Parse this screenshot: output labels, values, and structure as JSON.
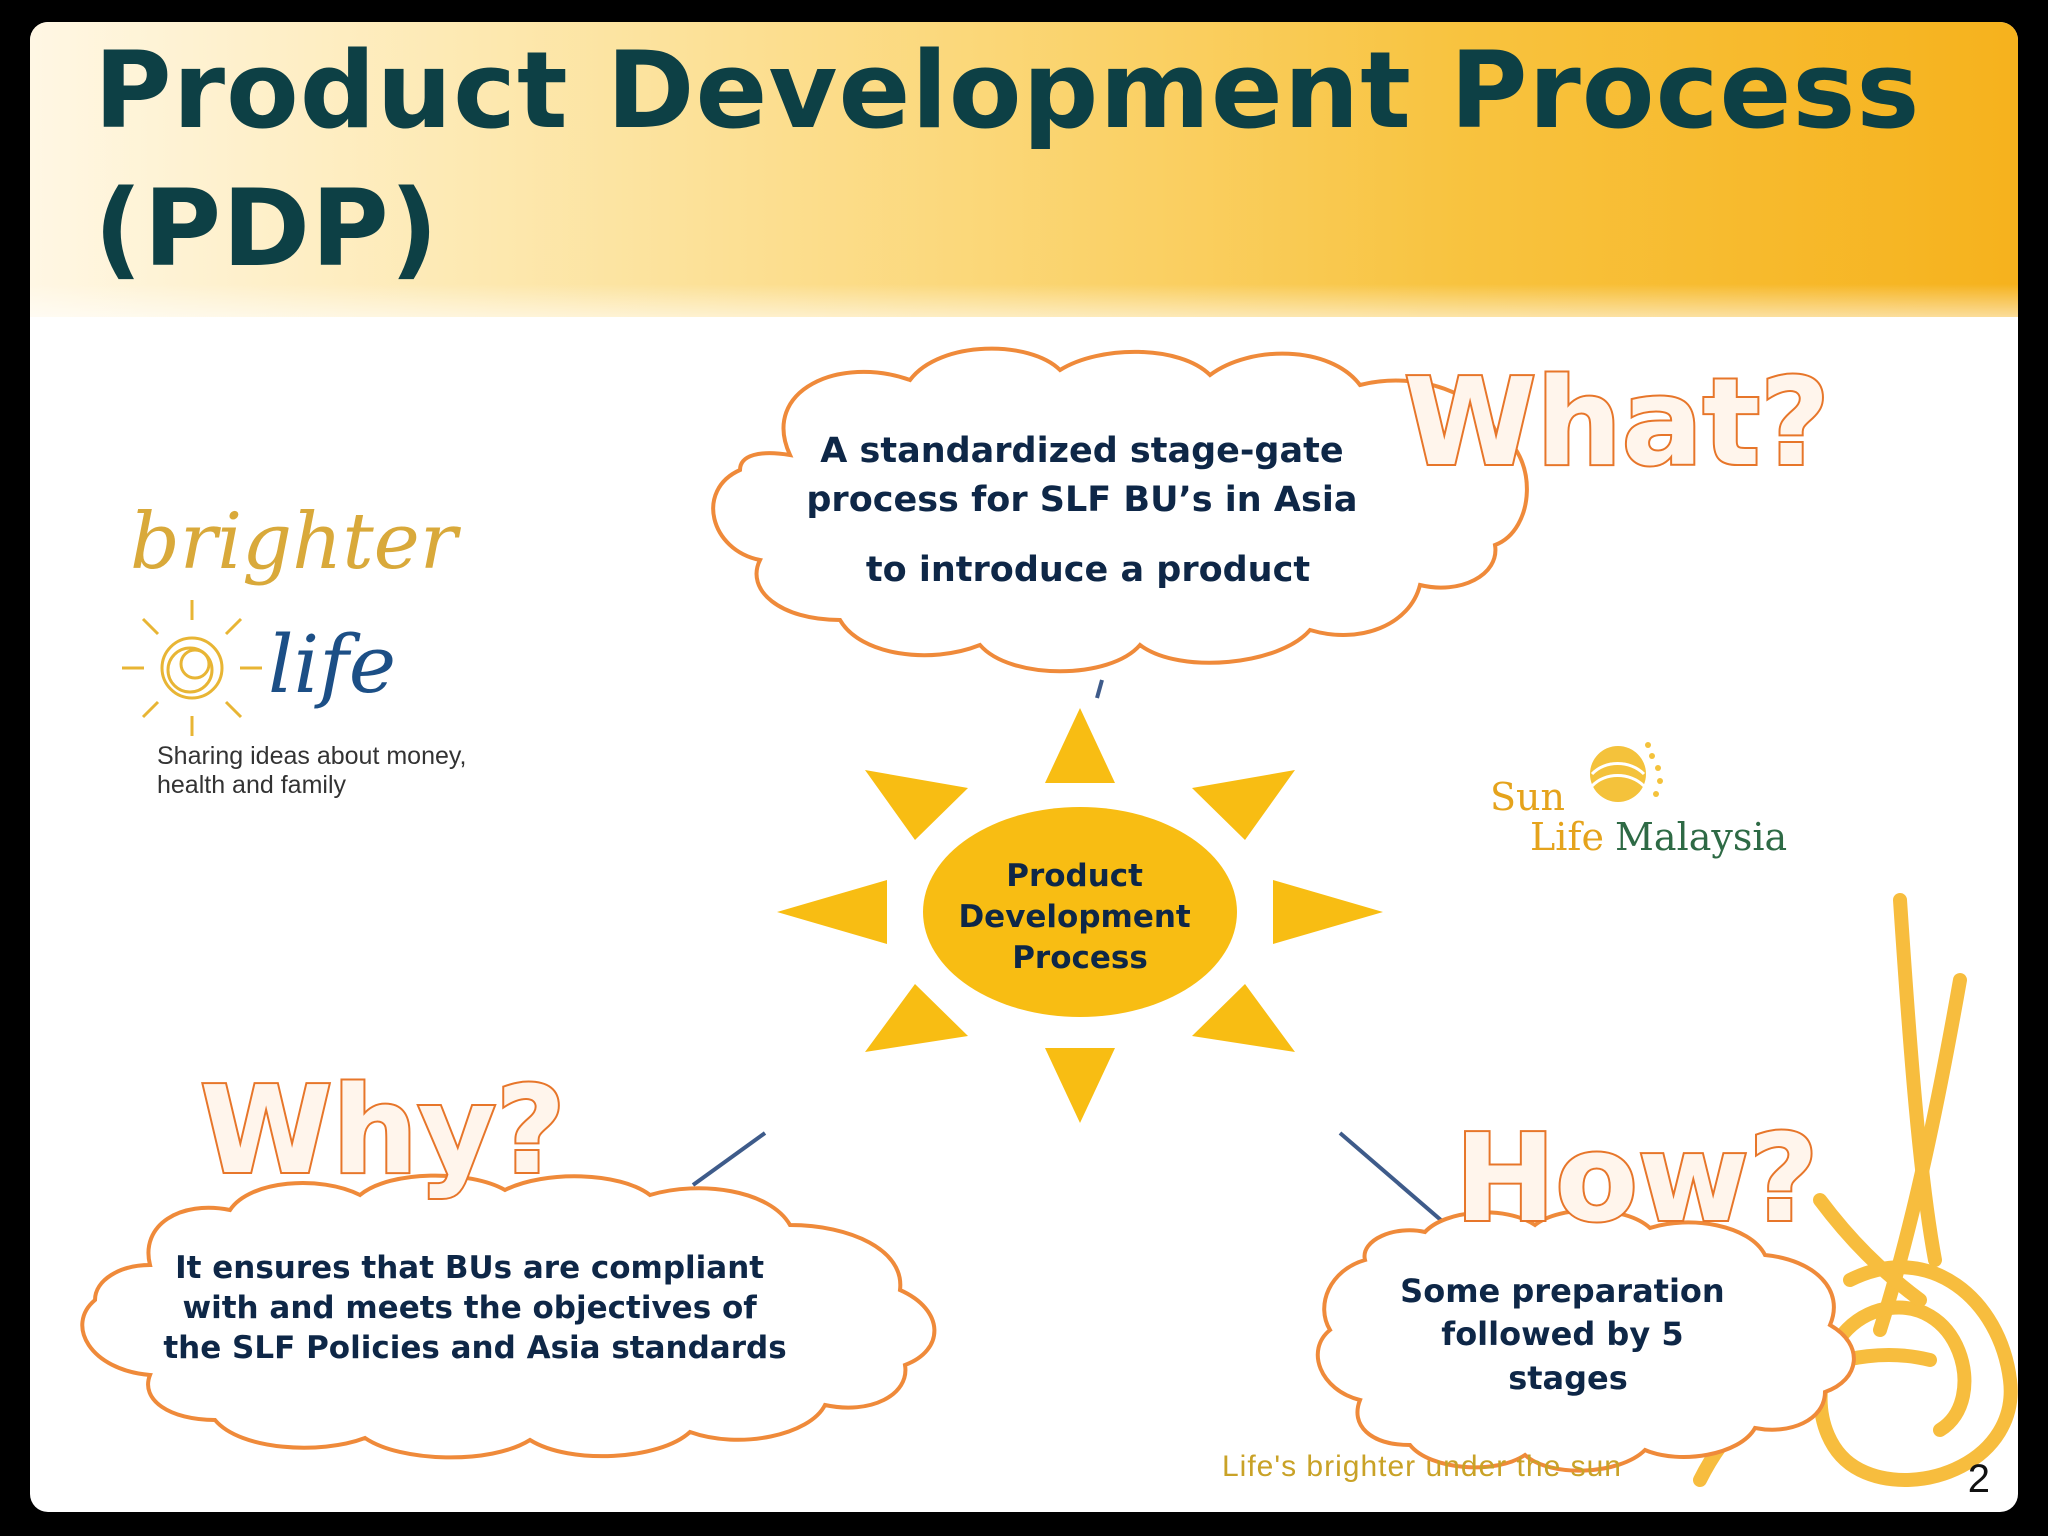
{
  "slide": {
    "title": "Product  Development Process (PDP)",
    "page_number": "2",
    "tagline": "Life's brighter under the sun"
  },
  "center": {
    "lines": [
      "Product",
      "Development",
      "Process"
    ]
  },
  "what": {
    "label": "What?",
    "lines": [
      "A standardized stage-gate",
      "process for SLF BU’s in Asia",
      "to introduce a product"
    ]
  },
  "why": {
    "label": "Why?",
    "lines": [
      "It ensures that BUs are compliant",
      "with and meets the objectives of",
      "the SLF Policies and Asia standards"
    ]
  },
  "how": {
    "label": "How?",
    "lines": [
      "Some preparation",
      "followed by 5",
      "stages"
    ]
  },
  "logo_brighter_life": {
    "word1": "brighter",
    "word2": "life",
    "caption_line1": "Sharing ideas about money,",
    "caption_line2": "health and family"
  },
  "logo_sunlife": {
    "word1": "Sun",
    "word2": "Life",
    "word3": "Malaysia"
  },
  "colors": {
    "title": "#0d4045",
    "sun": "#f8bd13",
    "cloud_border": "#ef8a3a",
    "callout_text": "#0e2747",
    "label_outline": "#e7762a",
    "connector": "#3e5b8a"
  }
}
